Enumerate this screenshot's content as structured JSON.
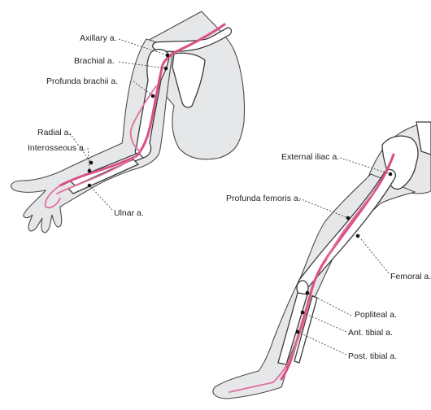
{
  "labels": {
    "axillary": "Axillary a.",
    "brachial": "Brachial a.",
    "profunda_brachii": "Profunda brachii a.",
    "radial": "Radial a.",
    "interosseous": "Interosseous a.",
    "ulnar": "Ulnar a.",
    "external_iliac": "External iliac a.",
    "profunda_femoris": "Profunda femoris a.",
    "femoral": "Femoral a.",
    "popliteal": "Popliteal a.",
    "ant_tibial": "Ant. tibial a.",
    "post_tibial": "Post. tibial a."
  },
  "colors": {
    "artery": "#d94f86",
    "limb_fill": "#e6e7e8",
    "bone_fill": "#ffffff",
    "outline": "#4a4a4a"
  }
}
